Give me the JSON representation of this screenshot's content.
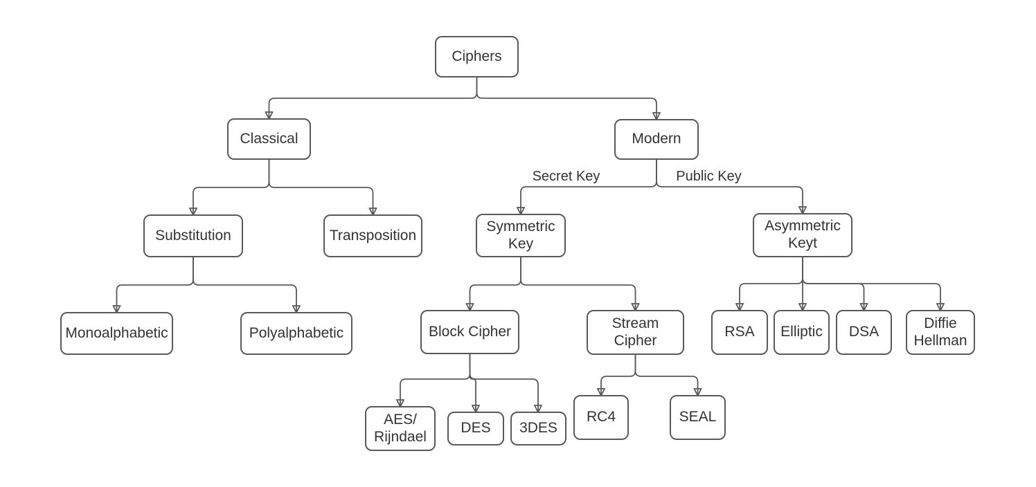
{
  "diagram": {
    "colors": {
      "node_border": "#595959",
      "connector": "#595959",
      "arrowhead": "#595959",
      "text": "#333333",
      "background": "#ffffff"
    },
    "nodes": {
      "ciphers": {
        "label": "Ciphers"
      },
      "classical": {
        "label": "Classical"
      },
      "modern": {
        "label": "Modern"
      },
      "substitution": {
        "label": "Substitution"
      },
      "transposition": {
        "label": "Transposition"
      },
      "symmetric": {
        "label": "Symmetric\nKey"
      },
      "asymmetric": {
        "label": "Asymmetric\nKeyt"
      },
      "monoalphabetic": {
        "label": "Monoalphabetic"
      },
      "polyalphabetic": {
        "label": "Polyalphabetic"
      },
      "block": {
        "label": "Block Cipher"
      },
      "stream": {
        "label": "Stream\nCipher"
      },
      "rsa": {
        "label": "RSA"
      },
      "elliptic": {
        "label": "Elliptic"
      },
      "dsa": {
        "label": "DSA"
      },
      "diffie": {
        "label": "Diffie\nHellman"
      },
      "aes": {
        "label": "AES/\nRijndael"
      },
      "des": {
        "label": "DES"
      },
      "tdes": {
        "label": "3DES"
      },
      "rc4": {
        "label": "RC4"
      },
      "seal": {
        "label": "SEAL"
      }
    },
    "edge_labels": {
      "secret_key": "Secret Key",
      "public_key": "Public Key"
    },
    "edges": [
      {
        "from": "Ciphers",
        "to": "Classical",
        "label": ""
      },
      {
        "from": "Ciphers",
        "to": "Modern",
        "label": ""
      },
      {
        "from": "Classical",
        "to": "Substitution",
        "label": ""
      },
      {
        "from": "Classical",
        "to": "Transposition",
        "label": ""
      },
      {
        "from": "Modern",
        "to": "Symmetric Key",
        "label": "Secret Key"
      },
      {
        "from": "Modern",
        "to": "Asymmetric Keyt",
        "label": "Public Key"
      },
      {
        "from": "Substitution",
        "to": "Monoalphabetic",
        "label": ""
      },
      {
        "from": "Substitution",
        "to": "Polyalphabetic",
        "label": ""
      },
      {
        "from": "Symmetric Key",
        "to": "Block Cipher",
        "label": ""
      },
      {
        "from": "Symmetric Key",
        "to": "Stream Cipher",
        "label": ""
      },
      {
        "from": "Asymmetric Keyt",
        "to": "RSA",
        "label": ""
      },
      {
        "from": "Asymmetric Keyt",
        "to": "Elliptic",
        "label": ""
      },
      {
        "from": "Asymmetric Keyt",
        "to": "DSA",
        "label": ""
      },
      {
        "from": "Asymmetric Keyt",
        "to": "Diffie Hellman",
        "label": ""
      },
      {
        "from": "Block Cipher",
        "to": "AES/Rijndael",
        "label": ""
      },
      {
        "from": "Block Cipher",
        "to": "DES",
        "label": ""
      },
      {
        "from": "Block Cipher",
        "to": "3DES",
        "label": ""
      },
      {
        "from": "Stream Cipher",
        "to": "RC4",
        "label": ""
      },
      {
        "from": "Stream Cipher",
        "to": "SEAL",
        "label": ""
      }
    ]
  }
}
